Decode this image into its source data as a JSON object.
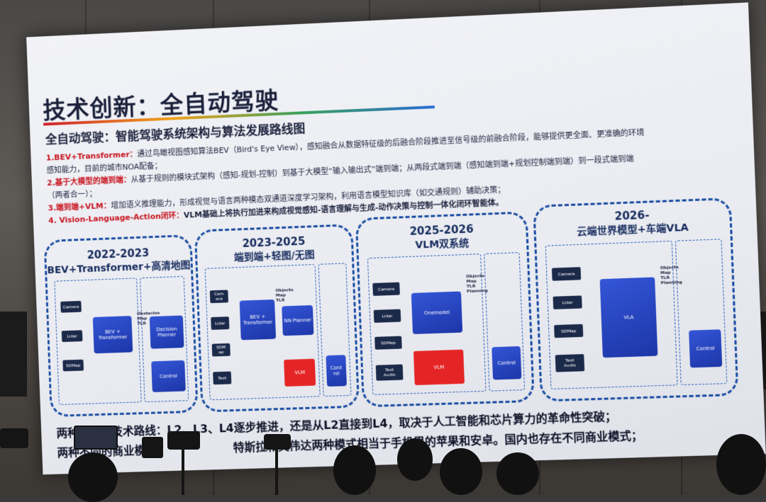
{
  "slide": {
    "title": "技术创新：全自动驾驶",
    "subtitle": "全自动驾驶：智能驾驶系统架构与算法发展路线图",
    "intro": "，感知融合从数据特征级的后融合阶段推进至信号级的前融合阶段，能够提供更全面、更准确的环境",
    "lines": [
      {
        "label": "1.BEV+Transformer：",
        "text": "通过鸟瞰视图感知算法BEV（Bird's Eye View），感知融合从数据特征级的后融合阶段推进至信号级的前融合阶段，能够提供更全面、更准确的环境"
      },
      {
        "label": "",
        "text": "感知能力，目前的城市NOA配备；"
      },
      {
        "label": "2.基于大模型的端到端：",
        "text": "从基于规则的模块式架构（感知-规划-控制）到基于大模型“输入输出式”端到端；从两段式端到端（感知端到端+规划控制端到端）到一段式端到端"
      },
      {
        "label": "",
        "text": "（两者合一）；"
      },
      {
        "label": "3.端到端+VLM：",
        "text": "增加语义推理能力，形成视觉与语言两种模态双通道深度学习架构，利用语言模型知识库（如交通规则）辅助决策；"
      },
      {
        "label": "4. Vision-Language-Action闭环：",
        "text": "VLM基础上将执行加进来构成视觉感知-语言理解与生成-动作决策与控制一体化闭环智能体。"
      }
    ],
    "stages": [
      {
        "year": "2022-2023",
        "name": "BEV+Transformer+高清地图",
        "inputs": [
          "Camera",
          "Lidar",
          "SDMap"
        ],
        "core": "BEV +\nTransformer",
        "planner": "Decision\nPlanner",
        "control": "Control",
        "annot": "Obstacles\nMap\nTLR"
      },
      {
        "year": "2023-2025",
        "name": "端到端+轻图/无图",
        "inputs": [
          "Cam\nera",
          "Lidar",
          "SDM\nap",
          "Text"
        ],
        "core": "BEV +\nTransformer",
        "planner": "NN Planner",
        "vlm": "VLM",
        "control": "Cont\nrol",
        "annot": "Objects\nMap\nTLR"
      },
      {
        "year": "2025-2026",
        "name": "VLM双系统",
        "inputs": [
          "Camera",
          "Lidar",
          "SDMap",
          "Text\nAudio"
        ],
        "core": "Onemodel",
        "vlm": "VLM",
        "control": "Control",
        "annot": "Objects\nMap\nTLR\nPlanning"
      },
      {
        "year": "2026-",
        "name": "云端世界模型+车端VLA",
        "inputs": [
          "Camera",
          "Lidar",
          "SDMap",
          "Text\nAudio"
        ],
        "core": "VLA",
        "control": "Control",
        "annot": "Objects\nMap\nTLR\nPlanning"
      }
    ],
    "bottom1_label": "两种不同的技术路线：",
    "bottom1_text": "L2、L3、L4逐步推进，还是从L2直接到L4，取决于人工智能和芯片算力的革命性突破；",
    "bottom2_label": "两种不同的商业模式",
    "bottom2_text": "特斯拉和英伟达两种模式相当于手机里的苹果和安卓。国内也存在不同商业模式；"
  }
}
